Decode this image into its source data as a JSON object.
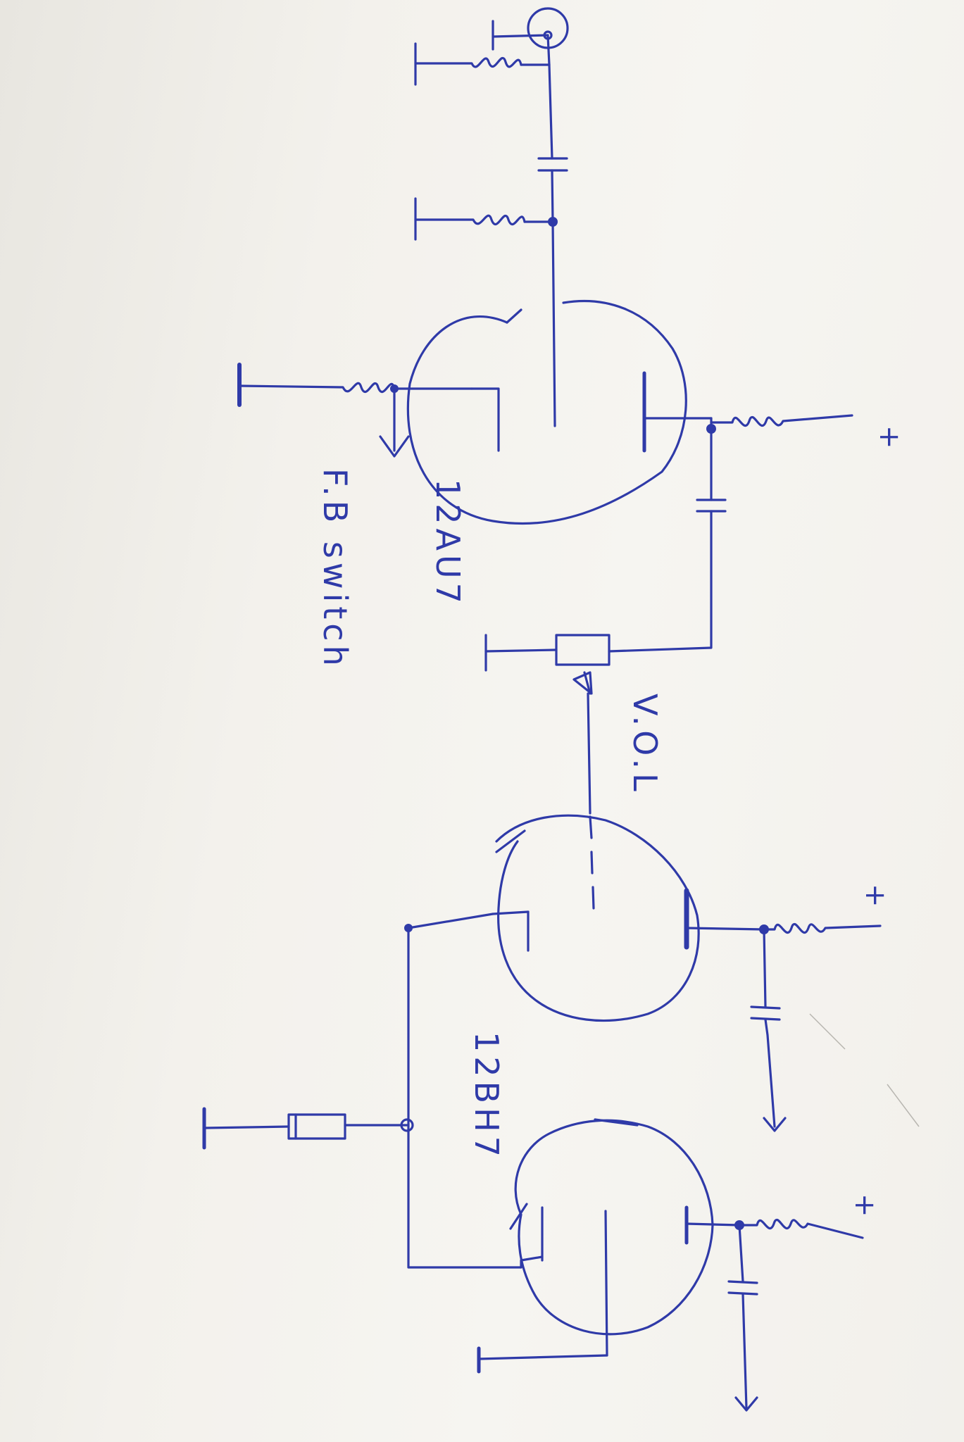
{
  "diagram": {
    "tube1_label": "12AU7",
    "tube2_label": "12BH7",
    "pot_label": "V.O.L",
    "switch_label": "F.B switch",
    "plus_1": "+",
    "plus_2": "+",
    "plus_3": "+"
  },
  "colors": {
    "ink": "#2f3aa8",
    "paper": "#f3f1ec"
  }
}
